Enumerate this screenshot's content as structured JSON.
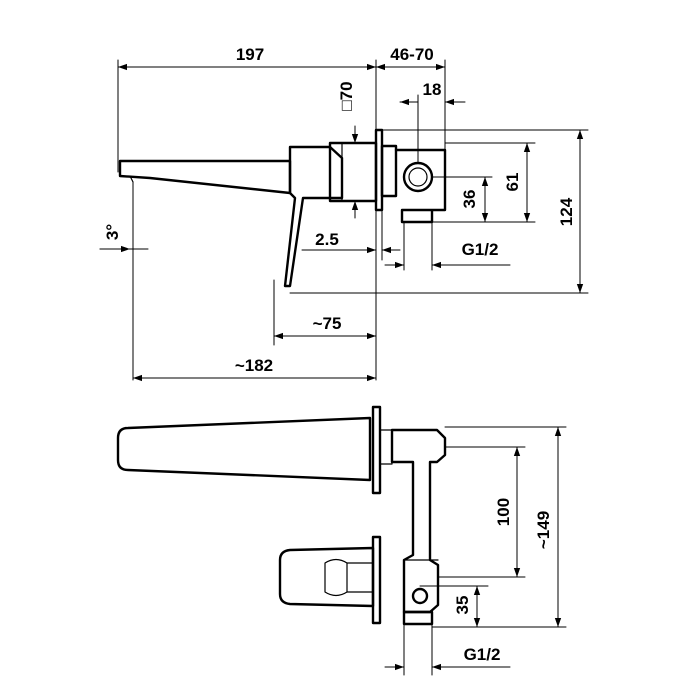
{
  "top_view": {
    "dim_width_total": "197",
    "dim_wall_depth": "46-70",
    "dim_square": "□70",
    "dim_inlet_offset": "18",
    "dim_height_61": "61",
    "dim_height_36": "36",
    "dim_height_124": "124",
    "dim_angle": "3°",
    "dim_gap": "2.5",
    "dim_connection": "G1/2",
    "dim_lever_reach": "~75",
    "dim_spout_reach": "~182"
  },
  "bottom_view": {
    "dim_spacing_100": "100",
    "dim_total_149": "~149",
    "dim_height_35": "35",
    "dim_connection": "G1/2"
  },
  "colors": {
    "line": "#000000",
    "background": "#ffffff"
  }
}
